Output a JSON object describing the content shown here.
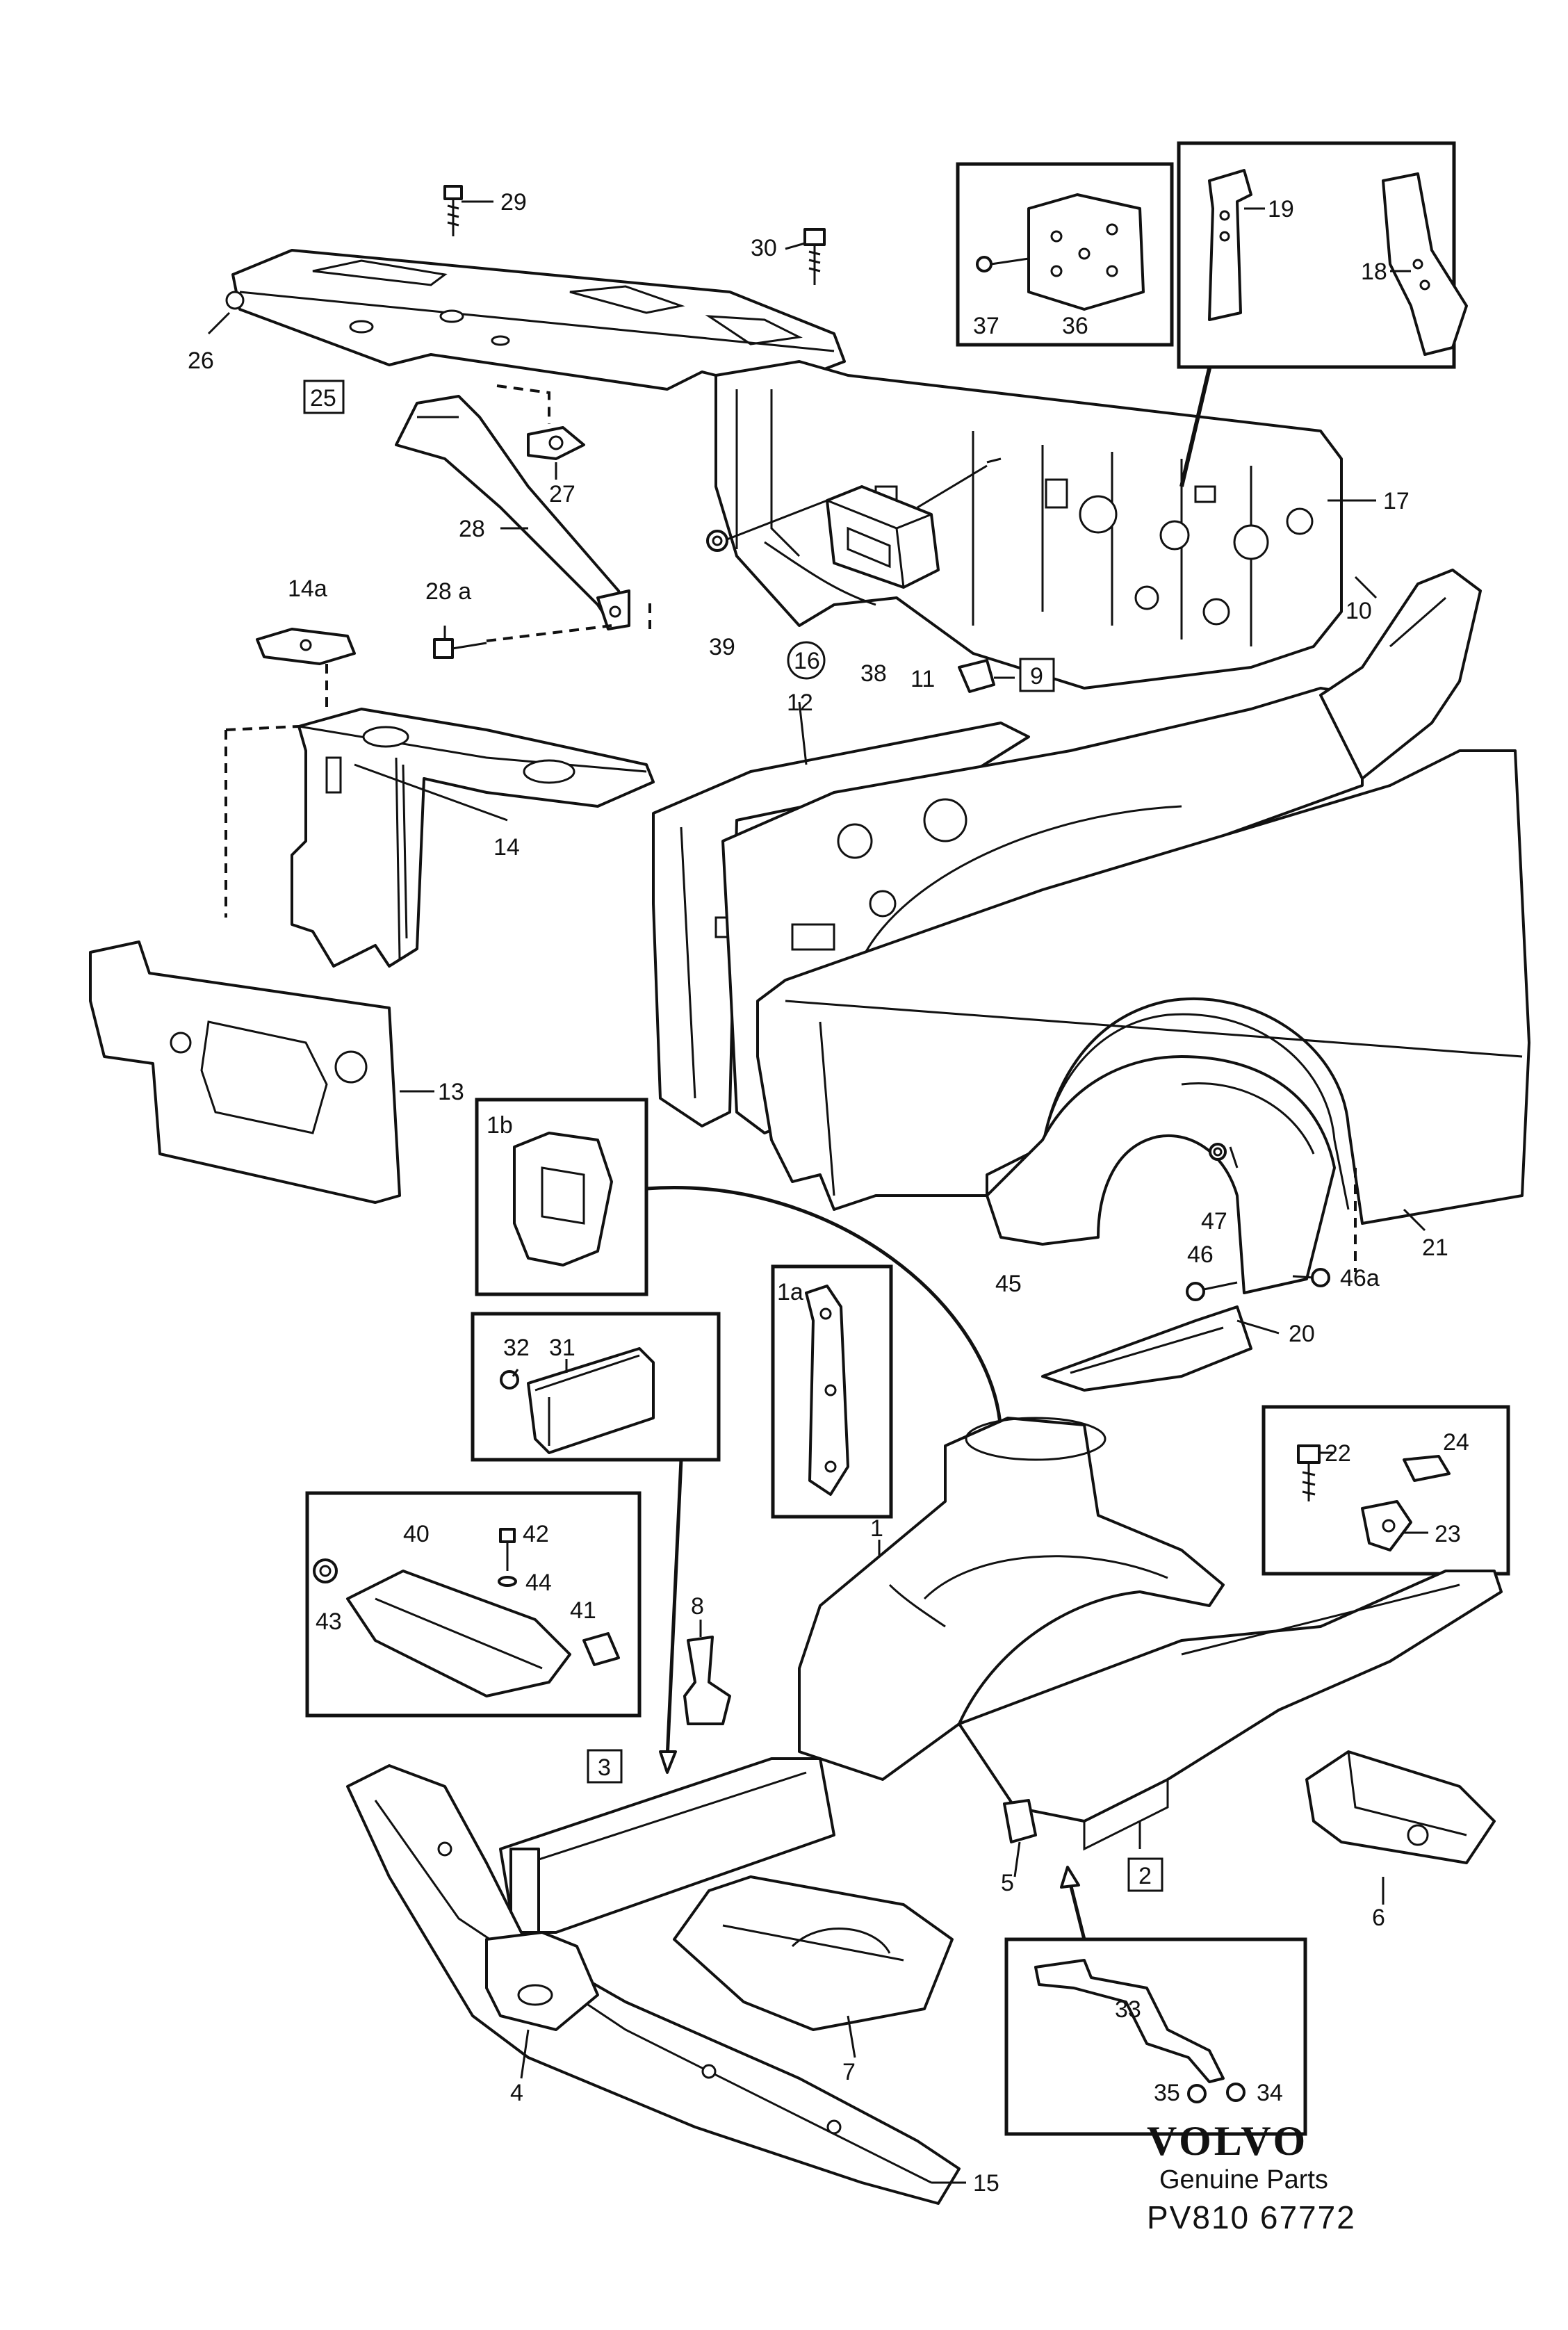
{
  "callouts": {
    "c1": "1",
    "c1a": "1a",
    "c1b": "1b",
    "c2": "2",
    "c3": "3",
    "c4": "4",
    "c5": "5",
    "c6": "6",
    "c7": "7",
    "c8": "8",
    "c9": "9",
    "c10": "10",
    "c11": "11",
    "c12": "12",
    "c13": "13",
    "c14": "14",
    "c14a": "14a",
    "c15": "15",
    "c16": "16",
    "c17": "17",
    "c18": "18",
    "c19": "19",
    "c20": "20",
    "c21": "21",
    "c22": "22",
    "c23": "23",
    "c24": "24",
    "c25": "25",
    "c26": "26",
    "c27": "27",
    "c28": "28",
    "c28a": "28 a",
    "c29": "29",
    "c30": "30",
    "c31": "31",
    "c32": "32",
    "c33": "33",
    "c34": "34",
    "c35": "35",
    "c36": "36",
    "c37": "37",
    "c38": "38",
    "c39": "39",
    "c40": "40",
    "c41": "41",
    "c42": "42",
    "c43": "43",
    "c44": "44",
    "c45": "45",
    "c46": "46",
    "c46a": "46a",
    "c47": "47"
  },
  "brand": {
    "name": "VOLVO",
    "subtitle": "Genuine Parts",
    "code": "PV810 67772"
  }
}
